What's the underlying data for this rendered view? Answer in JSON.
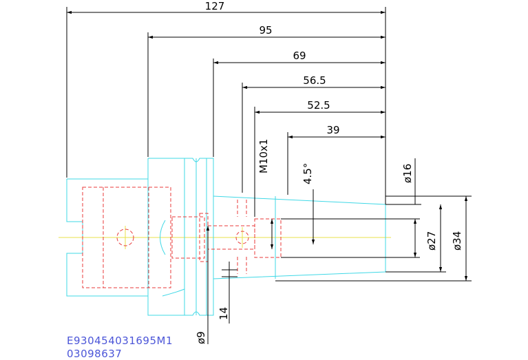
{
  "dimensions": {
    "overall_length": "127",
    "length_95": "95",
    "length_69": "69",
    "length_56_5": "56.5",
    "length_52_5": "52.5",
    "length_39": "39",
    "thread": "M10x1",
    "taper_angle": "4.5°",
    "dia_16": "ø16",
    "dia_27": "ø27",
    "dia_34": "ø34",
    "dia_9": "ø9",
    "length_14": "14"
  },
  "labels": {
    "part_number": "E930454031695M1",
    "serial_number": "03098637"
  },
  "colors": {
    "outline": "#3fd8e6",
    "hidden": "#e83a3a",
    "dimension": "#000000",
    "centerline": "#e9e24a",
    "label": "#4b55d8"
  }
}
